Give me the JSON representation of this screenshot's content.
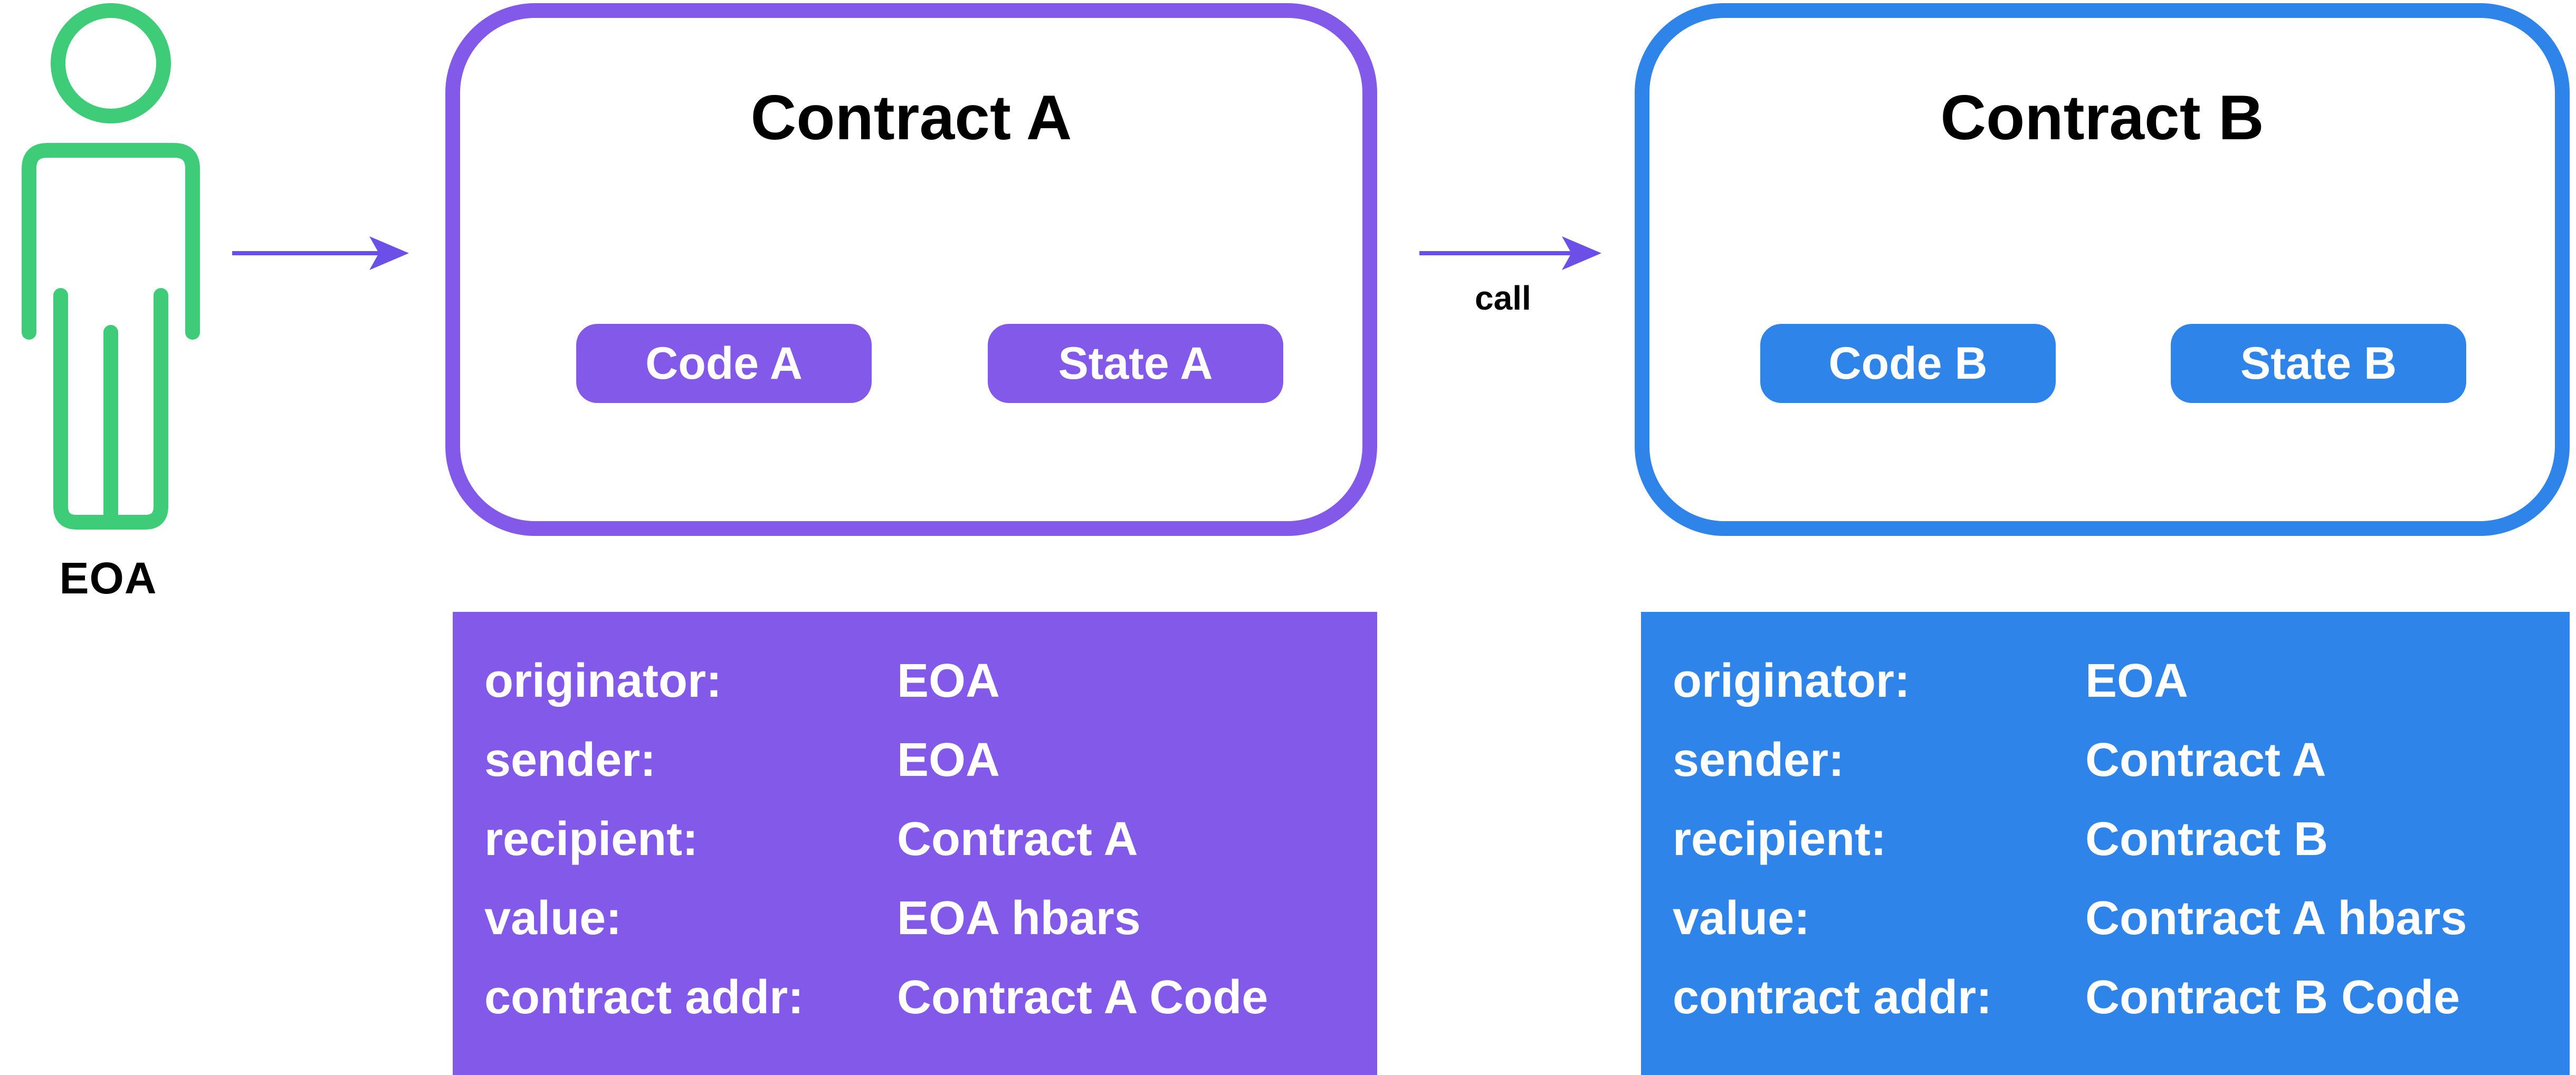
{
  "eoa": {
    "label": "EOA",
    "figure_color": "#3fcc78"
  },
  "arrows": {
    "call_label": "call",
    "arrow_color": "#6c4fe6"
  },
  "contract_a": {
    "title": "Contract A",
    "color": "#8359ea",
    "pills": {
      "code": "Code A",
      "state": "State A"
    },
    "rows": [
      {
        "key": "originator:",
        "value": "EOA"
      },
      {
        "key": "sender:",
        "value": "EOA"
      },
      {
        "key": "recipient:",
        "value": "Contract A"
      },
      {
        "key": "value:",
        "value": "EOA hbars"
      },
      {
        "key": "contract addr:",
        "value": "Contract A Code"
      }
    ]
  },
  "contract_b": {
    "title": "Contract B",
    "color": "#2e84e8",
    "pills": {
      "code": "Code B",
      "state": "State B"
    },
    "rows": [
      {
        "key": "originator:",
        "value": "EOA"
      },
      {
        "key": "sender:",
        "value": "Contract A"
      },
      {
        "key": "recipient:",
        "value": "Contract B"
      },
      {
        "key": "value:",
        "value": "Contract A hbars"
      },
      {
        "key": "contract addr:",
        "value": "Contract B Code"
      }
    ]
  }
}
